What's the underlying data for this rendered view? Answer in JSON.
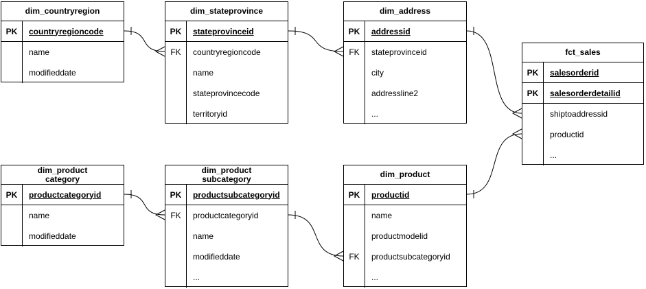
{
  "diagram": {
    "type": "entity-relationship",
    "colors": {
      "stroke": "#000000",
      "background": "#ffffff",
      "text": "#000000"
    },
    "tables": [
      {
        "id": "dim_countryregion",
        "title": "dim_countryregion",
        "rows": [
          {
            "key": "PK",
            "name": "countryregioncode",
            "pk": true
          },
          {
            "key": "",
            "name": "name"
          },
          {
            "key": "",
            "name": "modifieddate"
          }
        ]
      },
      {
        "id": "dim_stateprovince",
        "title": "dim_stateprovince",
        "rows": [
          {
            "key": "PK",
            "name": "stateprovinceid",
            "pk": true
          },
          {
            "key": "FK",
            "name": "countryregioncode"
          },
          {
            "key": "",
            "name": "name"
          },
          {
            "key": "",
            "name": "stateprovincecode"
          },
          {
            "key": "",
            "name": "territoryid"
          }
        ]
      },
      {
        "id": "dim_address",
        "title": "dim_address",
        "rows": [
          {
            "key": "PK",
            "name": "addressid",
            "pk": true
          },
          {
            "key": "FK",
            "name": "stateprovinceid"
          },
          {
            "key": "",
            "name": "city"
          },
          {
            "key": "",
            "name": "addressline2"
          },
          {
            "key": "",
            "name": "..."
          }
        ]
      },
      {
        "id": "fct_sales",
        "title": "fct_sales",
        "rows": [
          {
            "key": "PK",
            "name": "salesorderid",
            "pk": true
          },
          {
            "key": "PK",
            "name": "salesorderdetailid",
            "pk": true
          },
          {
            "key": "",
            "name": "shiptoaddressid"
          },
          {
            "key": "",
            "name": "productid"
          },
          {
            "key": "",
            "name": "..."
          }
        ]
      },
      {
        "id": "dim_productcategory",
        "title": "dim_product\ncategory",
        "rows": [
          {
            "key": "PK",
            "name": "productcategoryid",
            "pk": true
          },
          {
            "key": "",
            "name": "name"
          },
          {
            "key": "",
            "name": "modifieddate"
          }
        ]
      },
      {
        "id": "dim_productsubcategory",
        "title": "dim_product\nsubcategory",
        "rows": [
          {
            "key": "PK",
            "name": "productsubcategoryid",
            "pk": true
          },
          {
            "key": "FK",
            "name": "productcategoryid"
          },
          {
            "key": "",
            "name": "name"
          },
          {
            "key": "",
            "name": "modifieddate"
          },
          {
            "key": "",
            "name": "..."
          }
        ]
      },
      {
        "id": "dim_product",
        "title": "dim_product",
        "rows": [
          {
            "key": "PK",
            "name": "productid",
            "pk": true
          },
          {
            "key": "",
            "name": "name"
          },
          {
            "key": "",
            "name": "productmodelid"
          },
          {
            "key": "FK",
            "name": "productsubcategoryid"
          },
          {
            "key": "",
            "name": "..."
          }
        ]
      }
    ],
    "relationships": [
      {
        "from": "dim_countryregion",
        "from_row": 0,
        "to": "dim_stateprovince",
        "to_row": 1,
        "source_cardinality": "one",
        "target_cardinality": "many"
      },
      {
        "from": "dim_stateprovince",
        "from_row": 0,
        "to": "dim_address",
        "to_row": 1,
        "source_cardinality": "one",
        "target_cardinality": "many"
      },
      {
        "from": "dim_address",
        "from_row": 0,
        "to": "fct_sales",
        "to_row": 2,
        "source_cardinality": "one",
        "target_cardinality": "many"
      },
      {
        "from": "dim_product",
        "from_row": 0,
        "to": "fct_sales",
        "to_row": 3,
        "source_cardinality": "one",
        "target_cardinality": "many"
      },
      {
        "from": "dim_productcategory",
        "from_row": 0,
        "to": "dim_productsubcategory",
        "to_row": 1,
        "source_cardinality": "one",
        "target_cardinality": "many"
      },
      {
        "from": "dim_productsubcategory",
        "from_row": 1,
        "to": "dim_product",
        "to_row": 3,
        "source_cardinality": "one",
        "target_cardinality": "many"
      }
    ]
  }
}
